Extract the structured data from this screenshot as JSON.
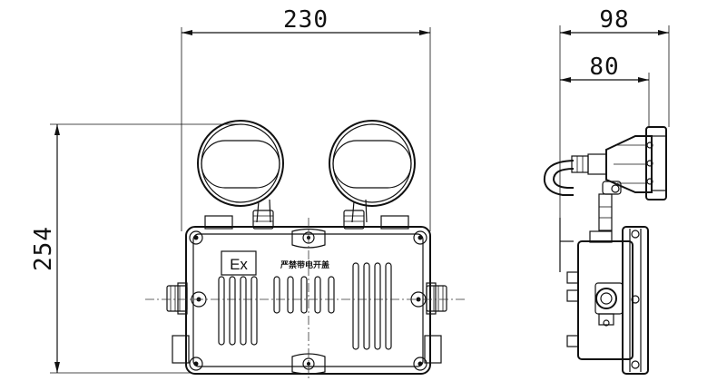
{
  "dimensions": {
    "width_front": "230",
    "height_front": "254",
    "depth_total": "98",
    "depth_body": "80"
  },
  "labels": {
    "ex_mark": "Ex",
    "product_text": "严禁带电开盖"
  }
}
